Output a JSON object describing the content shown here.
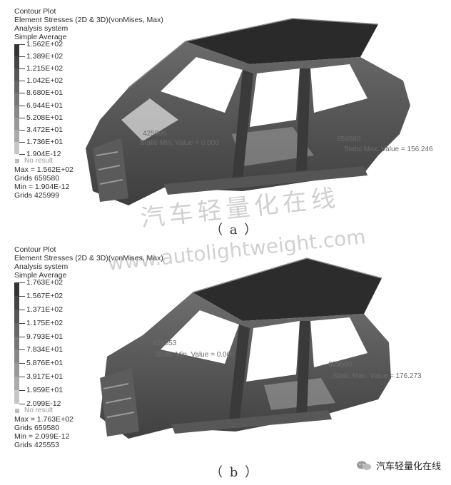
{
  "panel_a": {
    "header": [
      "Contour Plot",
      "Element Stresses (2D & 3D)(vonMises, Max)",
      "Analysis system",
      "Simple Average"
    ],
    "scale_values": [
      "1.562E+02",
      "1.389E+02",
      "1.215E+02",
      "1.042E+02",
      "8.680E+01",
      "6.944E+01",
      "5.208E+01",
      "3.472E+01",
      "1.736E+01",
      "1.904E-12"
    ],
    "no_result": "No result",
    "stats": [
      "Max = 1.562E+02",
      "Grids 659580",
      "Min = 1.904E-12",
      "Grids 425999"
    ],
    "min_node_label": "425999",
    "min_label": "Static Min. Value = 0.000",
    "max_node_label": "659580",
    "max_label": "Static Max. Value = 156.246",
    "caption": "（ a ）"
  },
  "panel_b": {
    "header": [
      "Contour Plot",
      "Element Stresses (2D & 3D)(vonMises, Max)",
      "Analysis system",
      "Simple Average"
    ],
    "scale_values": [
      "1.763E+02",
      "1.567E+02",
      "1.371E+02",
      "1.175E+02",
      "9.793E+01",
      "7.834E+01",
      "5.876E+01",
      "3.917E+01",
      "1.959E+01",
      "2.099E-12"
    ],
    "no_result": "No result",
    "stats": [
      "Max = 1.763E+02",
      "Grids 659580",
      "Min = 2.099E-12",
      "Grids 425553"
    ],
    "min_node_label": "425553",
    "min_label": "Static Min. Value = 0.000",
    "max_node_label": "659580",
    "max_label": "Static Max. Value = 176.273",
    "caption": "（ b ）"
  },
  "watermark": {
    "cn": "汽车轻量化在线",
    "url": "www.autolightweight.com"
  },
  "brand": {
    "name": "汽车轻量化在线",
    "icon": "wechat-icon"
  },
  "colors": {
    "scale": [
      "#333333",
      "#444444",
      "#555555",
      "#666666",
      "#767676",
      "#878787",
      "#989898",
      "#aaaaaa",
      "#c6c6c6"
    ]
  }
}
